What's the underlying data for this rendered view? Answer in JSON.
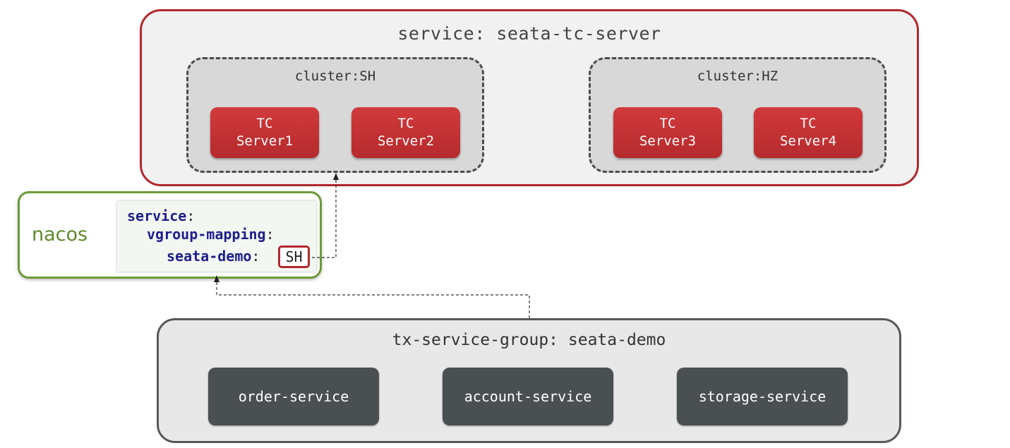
{
  "service": {
    "title": "service: seata-tc-server"
  },
  "clusters": [
    {
      "label": "cluster:SH",
      "servers": [
        {
          "line1": "TC",
          "line2": "Server1"
        },
        {
          "line1": "TC",
          "line2": "Server2"
        }
      ]
    },
    {
      "label": "cluster:HZ",
      "servers": [
        {
          "line1": "TC",
          "line2": "Server3"
        },
        {
          "line1": "TC",
          "line2": "Server4"
        }
      ]
    }
  ],
  "nacos": {
    "label": "nacos",
    "code": {
      "key1": "service",
      "colon1": ":",
      "key2": "vgroup-mapping",
      "colon2": ":",
      "key3": "seata-demo",
      "colon3": ":",
      "value": "SH"
    }
  },
  "tx_group": {
    "title": "tx-service-group: seata-demo",
    "services": [
      "order-service",
      "account-service",
      "storage-service"
    ]
  },
  "colors": {
    "service_border": "#b0282c",
    "tc_server": "#c83234",
    "nacos_border": "#6d9a37",
    "code_key": "#1e1e8c",
    "service_node": "#4a4f51"
  }
}
